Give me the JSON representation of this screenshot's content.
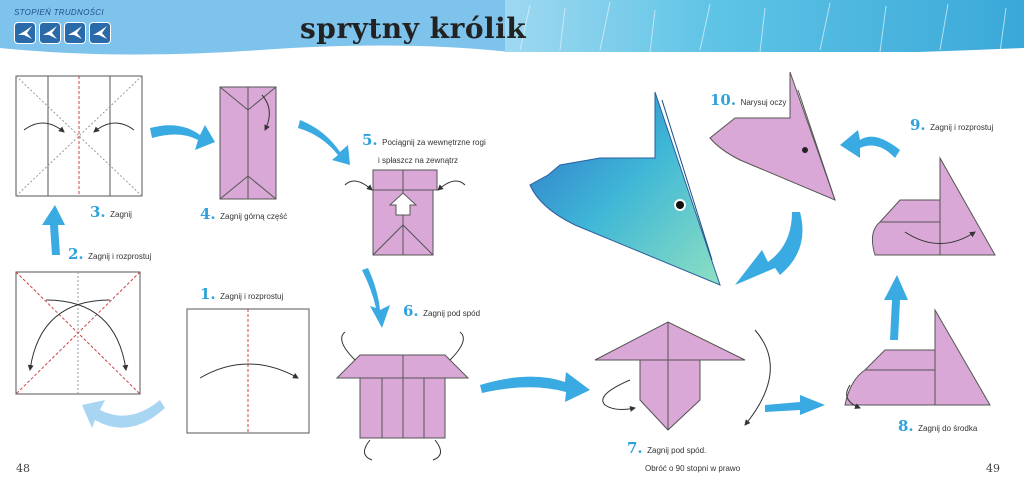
{
  "header": {
    "difficulty_label": "STOPIEŃ TRUDNOŚCI",
    "difficulty_icons": [
      "crane-icon",
      "crane-icon",
      "crane-icon",
      "crane-icon"
    ],
    "title": "sprytny królik"
  },
  "steps": [
    {
      "num": "1.",
      "text": "Zagnij i rozprostuj"
    },
    {
      "num": "2.",
      "text": "Zagnij i rozprostuj"
    },
    {
      "num": "3.",
      "text": "Zagnij"
    },
    {
      "num": "4.",
      "text": "Zagnij górną część"
    },
    {
      "num": "5.",
      "text": "Pociągnij za wewnętrzne rogi",
      "text2": "i spłaszcz na zewnątrz"
    },
    {
      "num": "6.",
      "text": "Zagnij pod spód"
    },
    {
      "num": "7.",
      "text": "Zagnij pod spód.",
      "text2": "Obróć o 90 stopni w prawo"
    },
    {
      "num": "8.",
      "text": "Zagnij do środka"
    },
    {
      "num": "9.",
      "text": "Zagnij i rozprostuj"
    },
    {
      "num": "10.",
      "text": "Narysuj oczy"
    }
  ],
  "pages": {
    "left": "48",
    "right": "49"
  },
  "colors": {
    "paper": "#d9a8d6",
    "header_blue": "#7ec3ec",
    "arrow": "#3aaae2",
    "step_number": "#2fa2dd"
  }
}
